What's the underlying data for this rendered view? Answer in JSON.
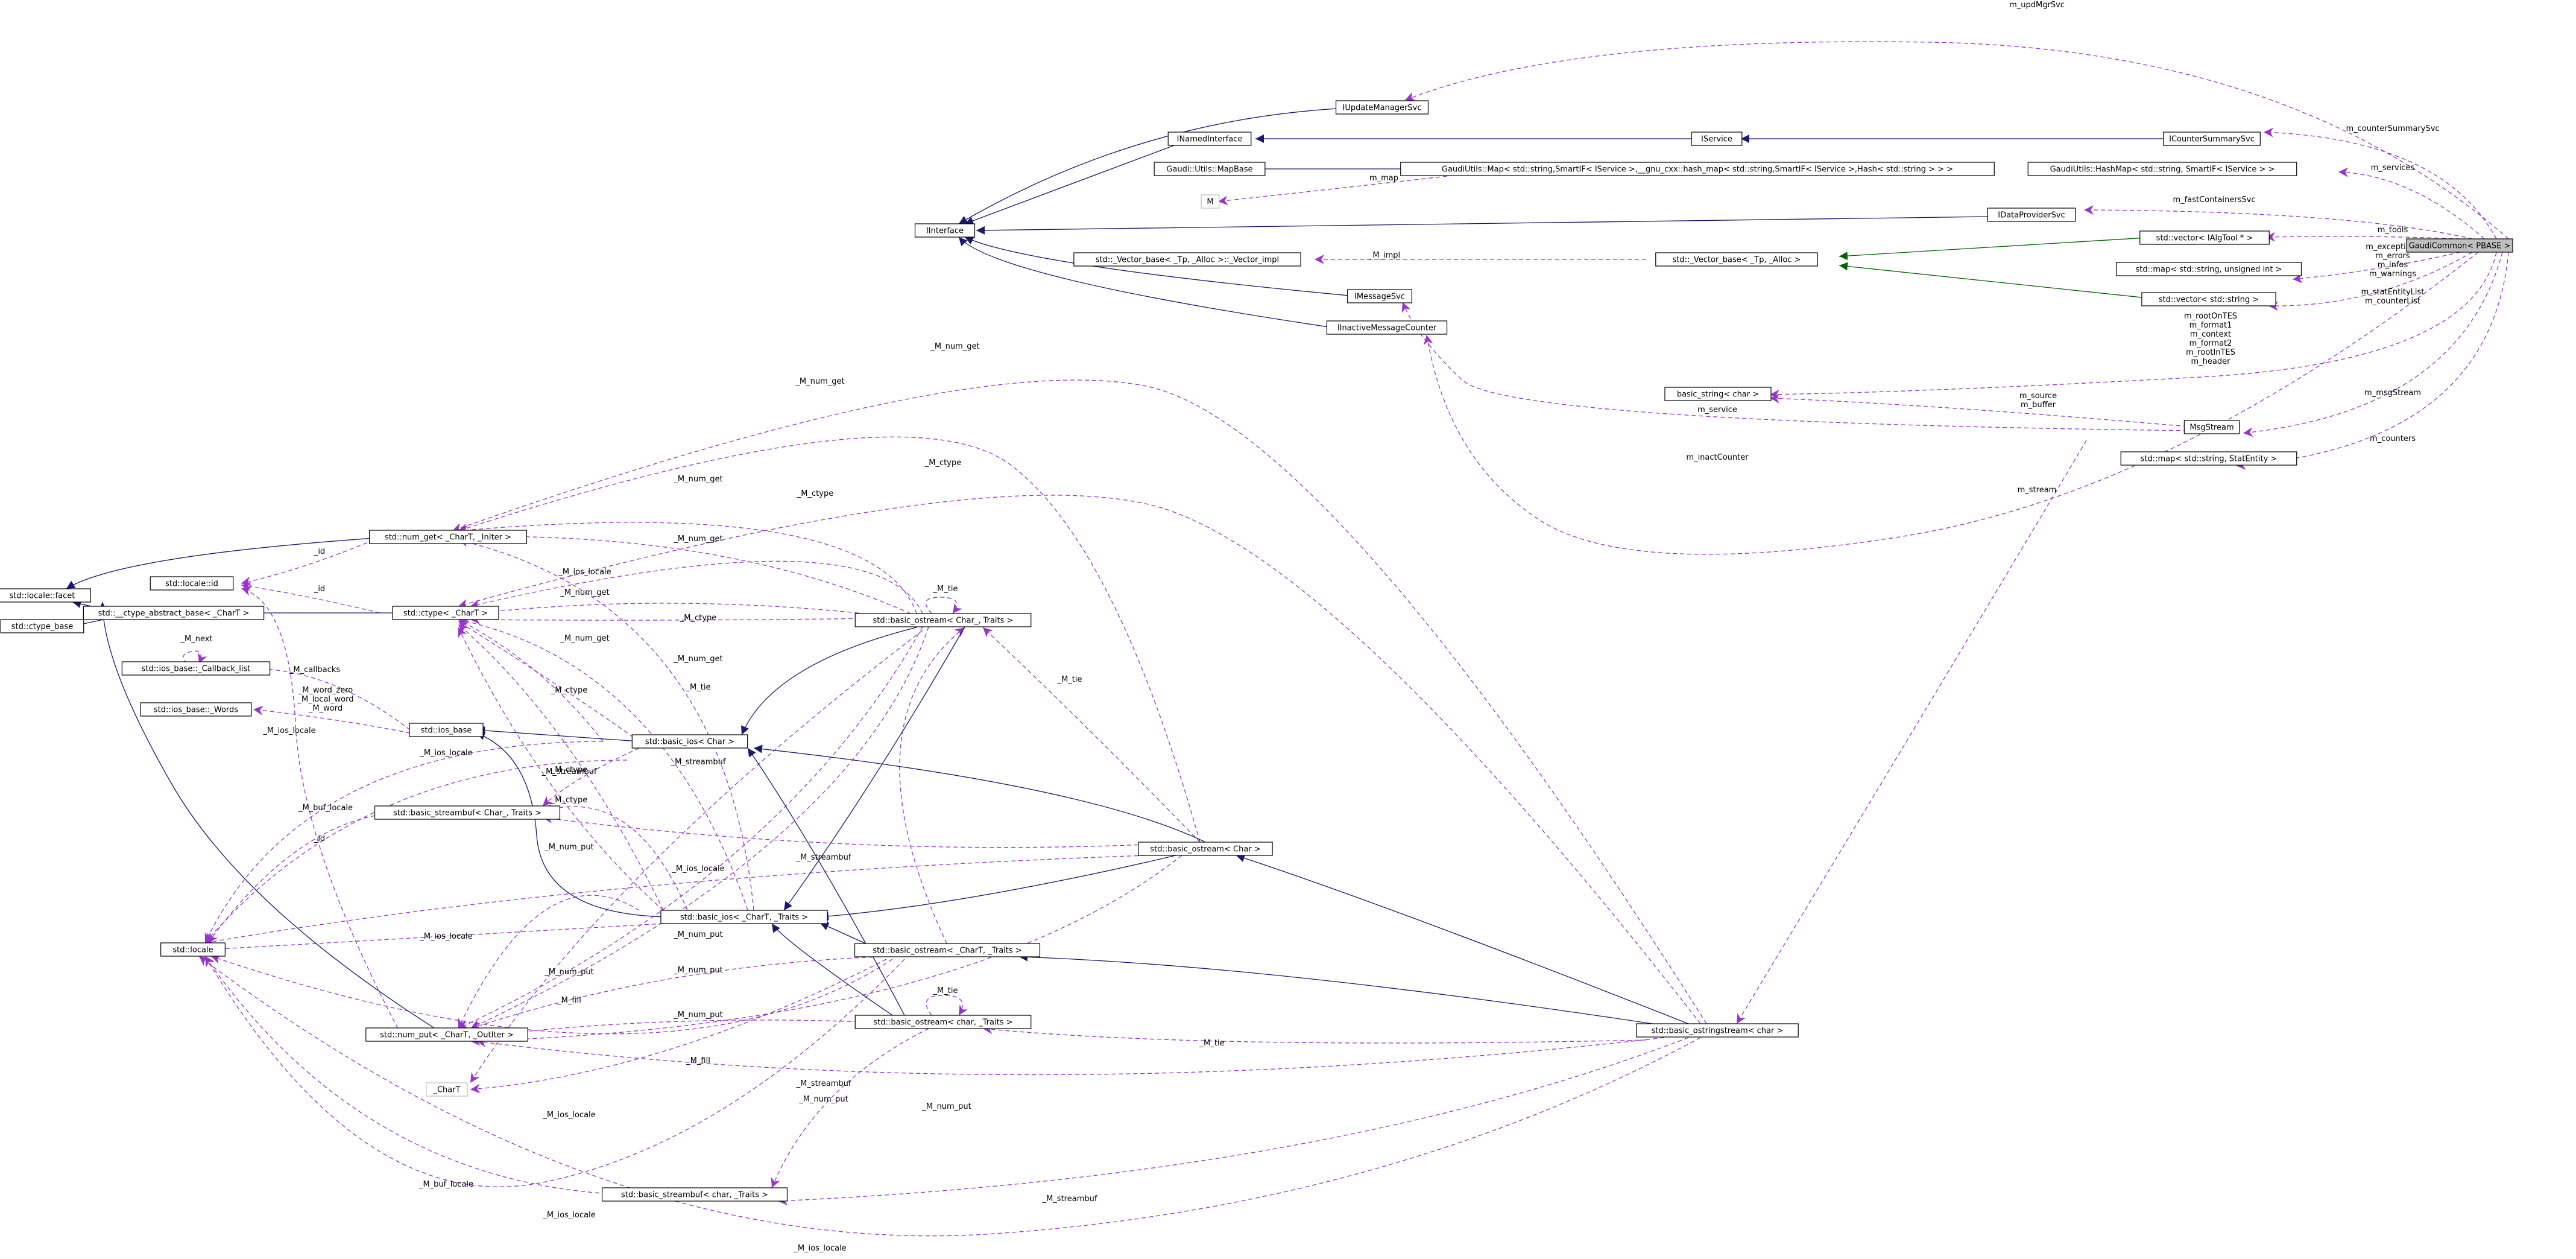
{
  "nodes": {
    "gaudi_common": "GaudiCommon< PBASE >",
    "iupdate_manager_svc": "IUpdateManagerSvc",
    "inamed_interface": "INamedInterface",
    "iservice": "IService",
    "icounter_summary_svc": "ICounterSummarySvc",
    "map_base": "Gaudi::Utils::MapBase",
    "gaudi_map": "GaudiUtils::Map< std::string,SmartIF< IService >,__gnu_cxx::hash_map< std::string,SmartIF< IService >,Hash< std::string > > >",
    "hash_map": "GaudiUtils::HashMap< std::string, SmartIF< IService > >",
    "m_node": "M",
    "iinterface": "IInterface",
    "idata_provider_svc": "IDataProviderSvc",
    "vector_ialgtool": "std::vector< IAlgTool * >",
    "vector_base_impl": "std::_Vector_base< _Tp, _Alloc >::_Vector_impl",
    "vector_base": "std::_Vector_base< _Tp, _Alloc >",
    "map_string_uint": "std::map< std::string, unsigned int >",
    "imessage_svc": "IMessageSvc",
    "vector_string": "std::vector< std::string >",
    "iinactive_message_counter": "IInactiveMessageCounter",
    "basic_string": "basic_string< char >",
    "msg_stream": "MsgStream",
    "map_stat_entity": "std::map< std::string, StatEntity >",
    "num_get": "std::num_get< _CharT, _InIter >",
    "locale_facet": "std::locale::facet",
    "locale_id": "std::locale::id",
    "ctype": "std::ctype< _CharT >",
    "ctype_abstract_base": "std::__ctype_abstract_base< _CharT >",
    "ctype_base": "std::ctype_base",
    "callback_list": "std::ios_base::_Callback_list",
    "words": "std::ios_base::_Words",
    "ios_base": "std::ios_base",
    "basic_ostream_char_traits": "std::basic_ostream< Char_, Traits >",
    "basic_ios_char": "std::basic_ios< Char >",
    "basic_streambuf_char_traits": "std::basic_streambuf< Char_, Traits >",
    "basic_ostream_char": "std::basic_ostream< Char >",
    "locale": "std::locale",
    "basic_ios_chart_traits": "std::basic_ios< _CharT, _Traits >",
    "basic_ostream_chart_traits": "std::basic_ostream< _CharT, _Traits >",
    "basic_ostream_char_lower": "std::basic_ostream< char, _Traits >",
    "basic_ostringstream": "std::basic_ostringstream< char >",
    "num_put": "std::num_put< _CharT, _OutIter >",
    "chart": "_CharT",
    "basic_streambuf_char_lower": "std::basic_streambuf< char, _Traits >"
  },
  "edge_labels": {
    "m_upd_mgr_svc": "m_updMgrSvc",
    "m_counter_summary_svc": "m_counterSummarySvc",
    "m_services": "m_services",
    "m_map": "m_map",
    "m_fast_containers_svc": "m_fastContainersSvc",
    "m_tools": "m_tools",
    "m_impl": "_M_impl",
    "m_exceptions_group": [
      "m_exceptions",
      "m_errors",
      "m_infos",
      "m_warnings"
    ],
    "m_stat_entity_list_group": [
      "m_statEntityList",
      "m_counterList"
    ],
    "m_root_group": [
      "m_rootOnTES",
      "m_format1",
      "m_context",
      "m_format2",
      "m_rootInTES",
      "m_header"
    ],
    "m_msg_stream": "m_msgStream",
    "m_source_group": [
      "m_source",
      "m_buffer"
    ],
    "m_service": "m_service",
    "m_counters": "m_counters",
    "m_inact_counter": "m_inactCounter",
    "m_stream": "m_stream",
    "num_get_a": "_M_num_get",
    "num_get_b": "_M_num_get",
    "ctype_a": "_M_ctype",
    "num_get_c": "_M_num_get",
    "ctype_b": "_M_ctype",
    "num_get_d": "_M_num_get",
    "id_a": "_id",
    "tie_a": "_M_tie",
    "id_b": "_id",
    "ios_locale_a": "_M_ios_locale",
    "num_get_e": "_M_num_get",
    "ctype_c": "_M_ctype",
    "next": "_M_next",
    "num_get_f": "_M_num_get",
    "num_get_g": "_M_num_get",
    "callbacks": "_M_callbacks",
    "tie_b": "_M_tie",
    "word_group": [
      "_M_word_zero",
      "_M_local_word",
      "_M_word"
    ],
    "tie_c": "_M_tie",
    "ctype_d": "_M_ctype",
    "ios_locale_b": "_M_ios_locale",
    "ios_locale_c": "_M_ios_locale",
    "ctype_e": "_M_ctype",
    "streambuf_a": "_M_streambuf",
    "streambuf_b": "_M_streambuf",
    "ctype_f": "_M_ctype",
    "buf_locale_a": "_M_buf_locale",
    "num_put_a": "_M_num_put",
    "ios_locale_d": "_M_ios_locale",
    "id_c": "_id",
    "streambuf_c": "_M_streambuf",
    "ios_locale_e": "_M_ios_locale",
    "num_put_b": "_M_num_put",
    "num_put_c": "_M_num_put",
    "num_put_d": "_M_num_put",
    "tie_d": "_M_tie",
    "fill_a": "_M_fill",
    "num_put_e": "_M_num_put",
    "tie_e": "_M_tie",
    "fill_b": "_M_fill",
    "streambuf_d": "_M_streambuf",
    "num_put_f": "_M_num_put",
    "ios_locale_f": "_M_ios_locale",
    "num_put_g": "_M_num_put",
    "buf_locale_b": "_M_buf_locale",
    "streambuf_e": "_M_streambuf",
    "ios_locale_g": "_M_ios_locale",
    "ios_locale_h": "_M_ios_locale"
  },
  "colors": {
    "inheritance": "#191970",
    "protected_inheritance": "#006400",
    "usage": "#9a32cd",
    "node_border": "#000000",
    "node_border_faint": "#bfbfbf",
    "highlight_fill": "#bfbfbf",
    "text": "#000000"
  }
}
